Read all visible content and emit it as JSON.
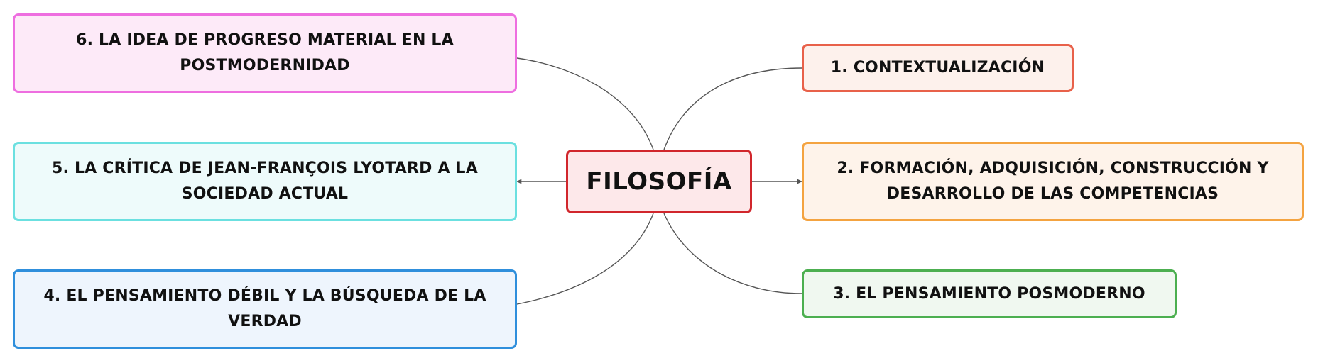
{
  "central": {
    "label": "FILOSOFÍA",
    "border": "#d1262c",
    "fill": "#fde8ea"
  },
  "branches": [
    {
      "label": "1. CONTEXTUALIZACIÓN",
      "border": "#e8614a",
      "fill": "#fdf1ec"
    },
    {
      "label": "2. FORMACIÓN, ADQUISICIÓN, CONSTRUCCIÓN Y DESARROLLO DE LAS COMPETENCIAS",
      "border": "#f4a340",
      "fill": "#fef3ea"
    },
    {
      "label": "3. EL PENSAMIENTO POSMODERNO",
      "border": "#4caf50",
      "fill": "#f0f8f0"
    },
    {
      "label": "4. EL PENSAMIENTO DÉBIL Y LA BÚSQUEDA DE LA VERDAD",
      "border": "#2f8fdc",
      "fill": "#eef5fd"
    },
    {
      "label": "5. LA CRÍTICA DE JEAN-FRANÇOIS LYOTARD A LA SOCIEDAD ACTUAL",
      "border": "#6be0e0",
      "fill": "#eefbfb"
    },
    {
      "label": "6. LA IDEA DE PROGRESO MATERIAL EN LA POSTMODERNIDAD",
      "border": "#ee6ee0",
      "fill": "#fdeaf8"
    }
  ],
  "connector_color": "#555555"
}
